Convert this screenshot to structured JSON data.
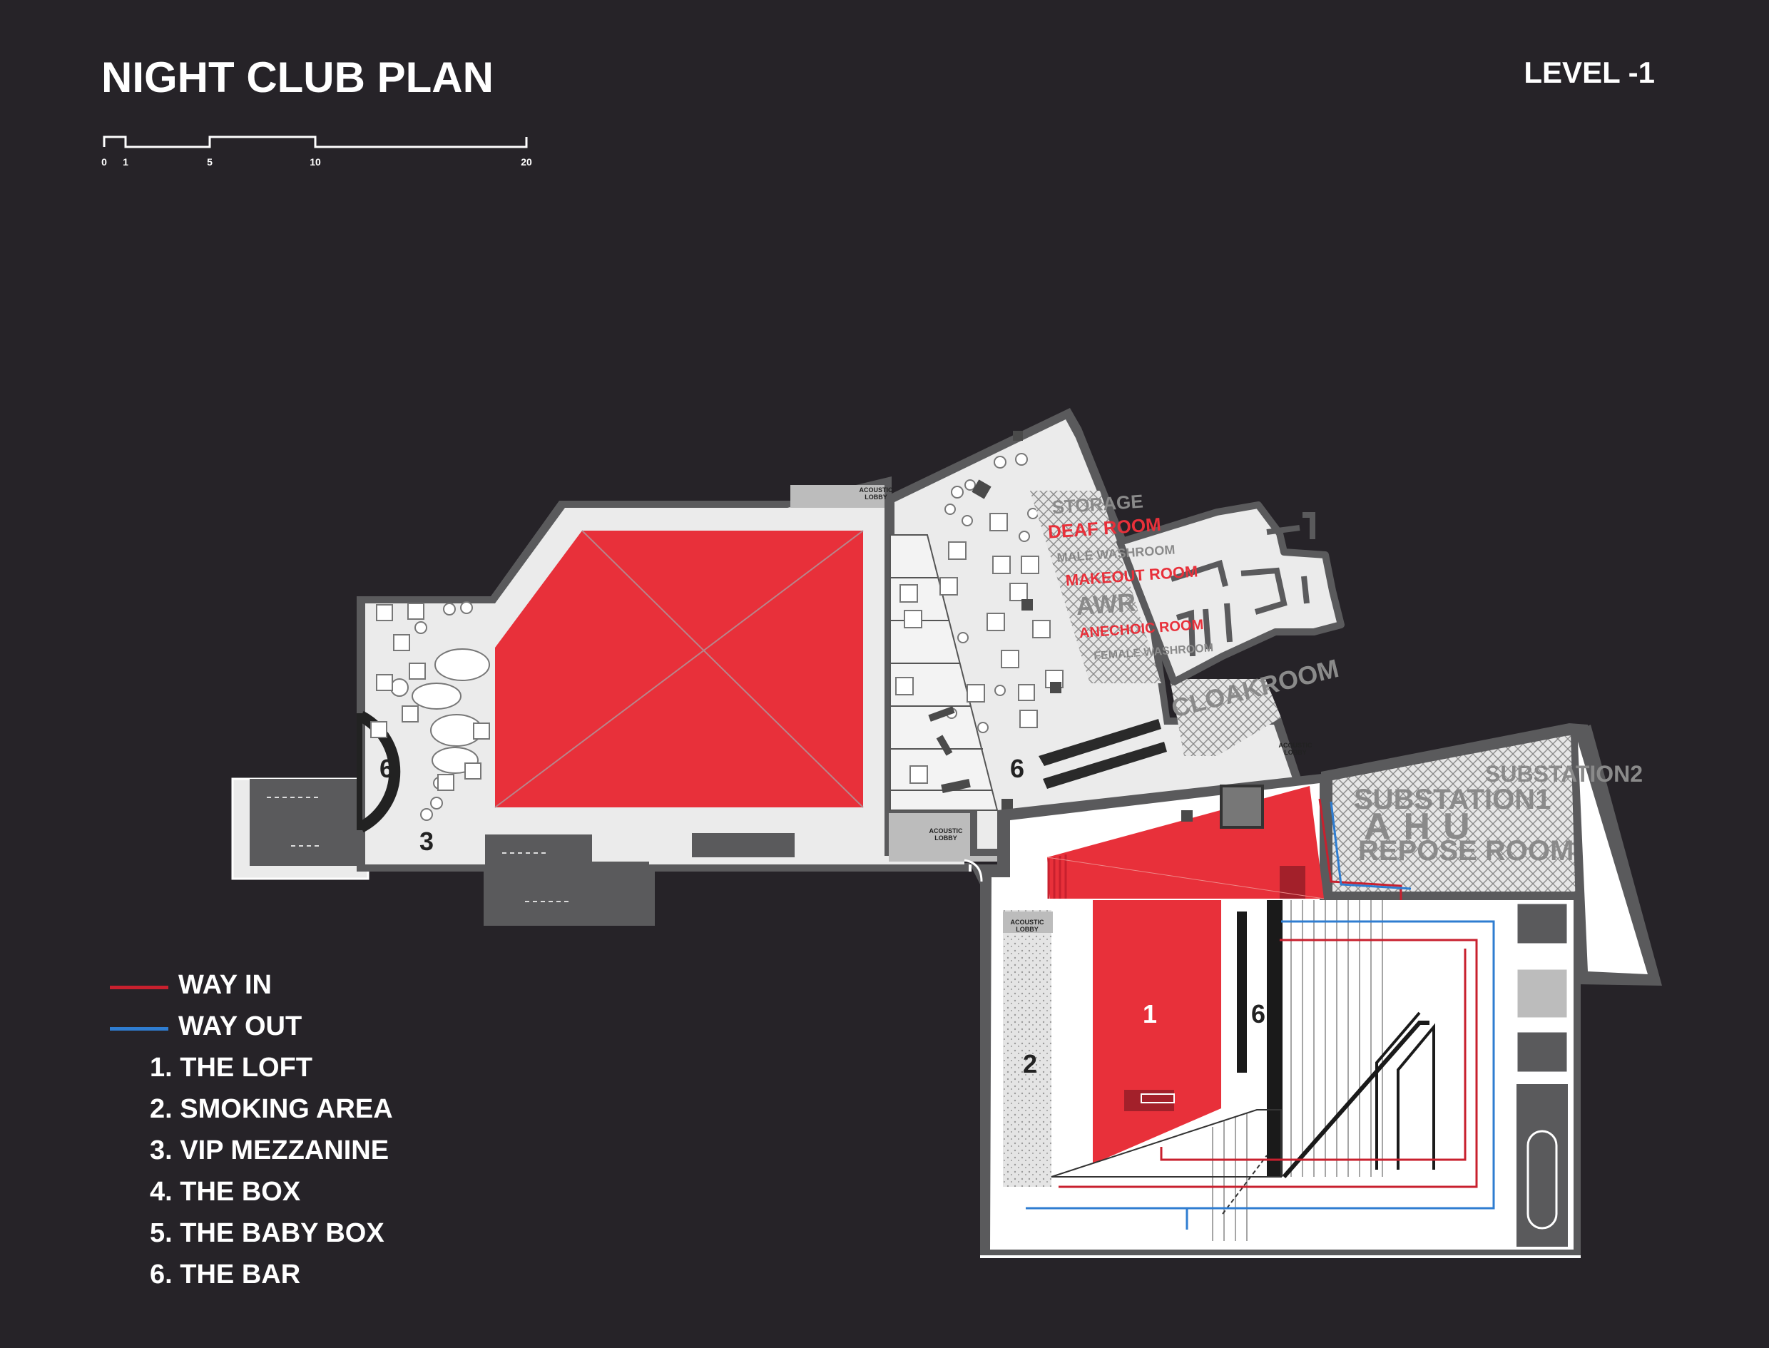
{
  "title": "NIGHT CLUB PLAN",
  "level": "LEVEL -1",
  "scale_bar": {
    "ticks": [
      "0",
      "1",
      "5",
      "10",
      "20"
    ]
  },
  "legend": {
    "way_in": {
      "label": "WAY IN",
      "color": "#c8202e"
    },
    "way_out": {
      "label": "WAY OUT",
      "color": "#2f7dd1"
    },
    "spaces": [
      {
        "num": "1.",
        "label": "THE LOFT"
      },
      {
        "num": "2.",
        "label": "SMOKING AREA"
      },
      {
        "num": "3.",
        "label": "VIP MEZZANINE"
      },
      {
        "num": "4.",
        "label": "THE BOX"
      },
      {
        "num": "5.",
        "label": "THE BABY BOX"
      },
      {
        "num": "6.",
        "label": "THE BAR"
      }
    ]
  },
  "plan_labels": {
    "acoustic_lobby": [
      "ACOUSTIC",
      "LOBBY"
    ],
    "storage": "STORAGE",
    "deaf_room": "DEAF ROOM",
    "male_washroom": "MALE WASHROOM",
    "makeout_room": "MAKEOUT ROOM",
    "awr": "AWR",
    "anechoic_room": "ANECHOIC ROOM",
    "female_washroom": "FEMALE WASHROOM",
    "cloakroom": "CLOAKROOM",
    "substation2": "SUBSTATION2",
    "substation1": "SUBSTATION1",
    "ahu": "AHU",
    "repose_room": "REPOSE ROOM",
    "area_1": "1",
    "area_2": "2",
    "area_3": "3",
    "area_6": "6"
  },
  "colors": {
    "background": "#262328",
    "accent_red": "#e8303a",
    "floor": "#ebebeb",
    "wall": "#5a5a5c"
  }
}
